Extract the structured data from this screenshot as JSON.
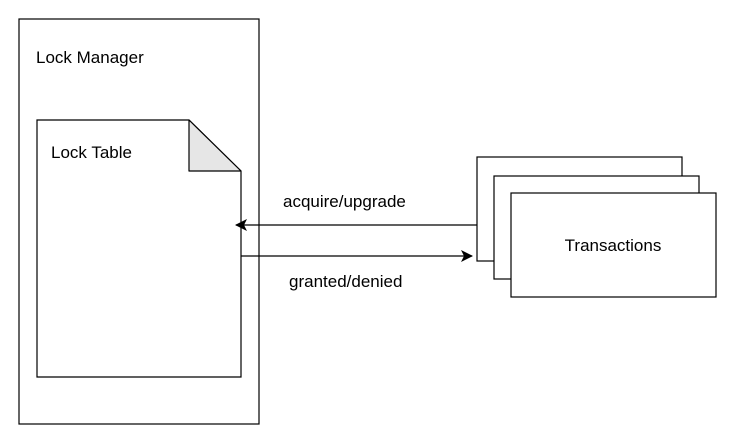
{
  "lock_manager": {
    "label": "Lock Manager"
  },
  "lock_table": {
    "label": "Lock Table"
  },
  "transactions": {
    "label": "Transactions"
  },
  "arrows": {
    "request_label": "acquire/upgrade",
    "response_label": "granted/denied"
  },
  "colors": {
    "stroke": "#000000",
    "fill": "#ffffff",
    "fold": "#e6e6e6"
  }
}
